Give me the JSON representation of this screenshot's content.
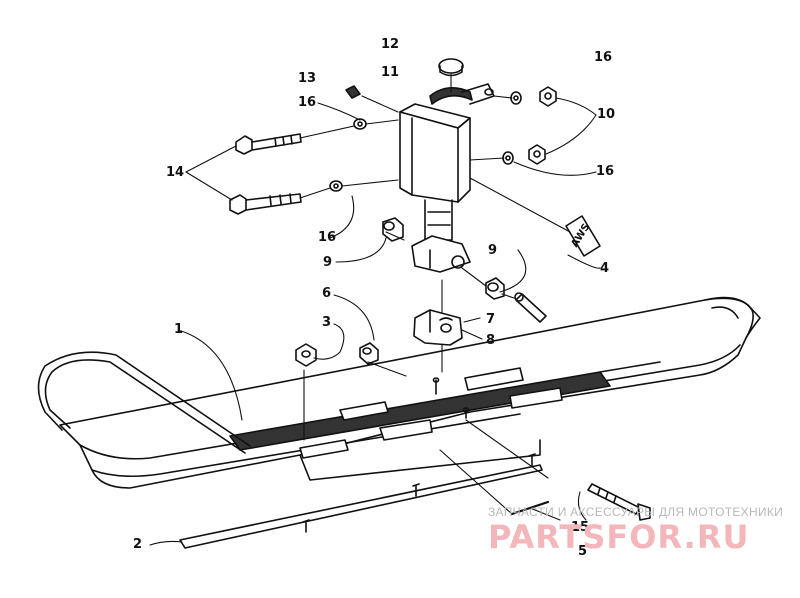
{
  "diagram": {
    "callouts": {
      "c1": "1",
      "c2": "2",
      "c3": "3",
      "c4": "4",
      "c5": "5",
      "c6": "6",
      "c7": "7",
      "c8": "8",
      "c9a": "9",
      "c9b": "9",
      "c10": "10",
      "c11": "11",
      "c12": "12",
      "c13": "13",
      "c14": "14",
      "c15": "15",
      "c16a": "16",
      "c16b": "16",
      "c16c": "16",
      "c16d": "16"
    },
    "decal_text": "AWS",
    "watermark": {
      "tagline": "ЗАПЧАСТИ И АКСЕССУАРЫ ДЛЯ МОТОТЕХНИКИ",
      "logo": "PARTSFOR.RU"
    }
  }
}
